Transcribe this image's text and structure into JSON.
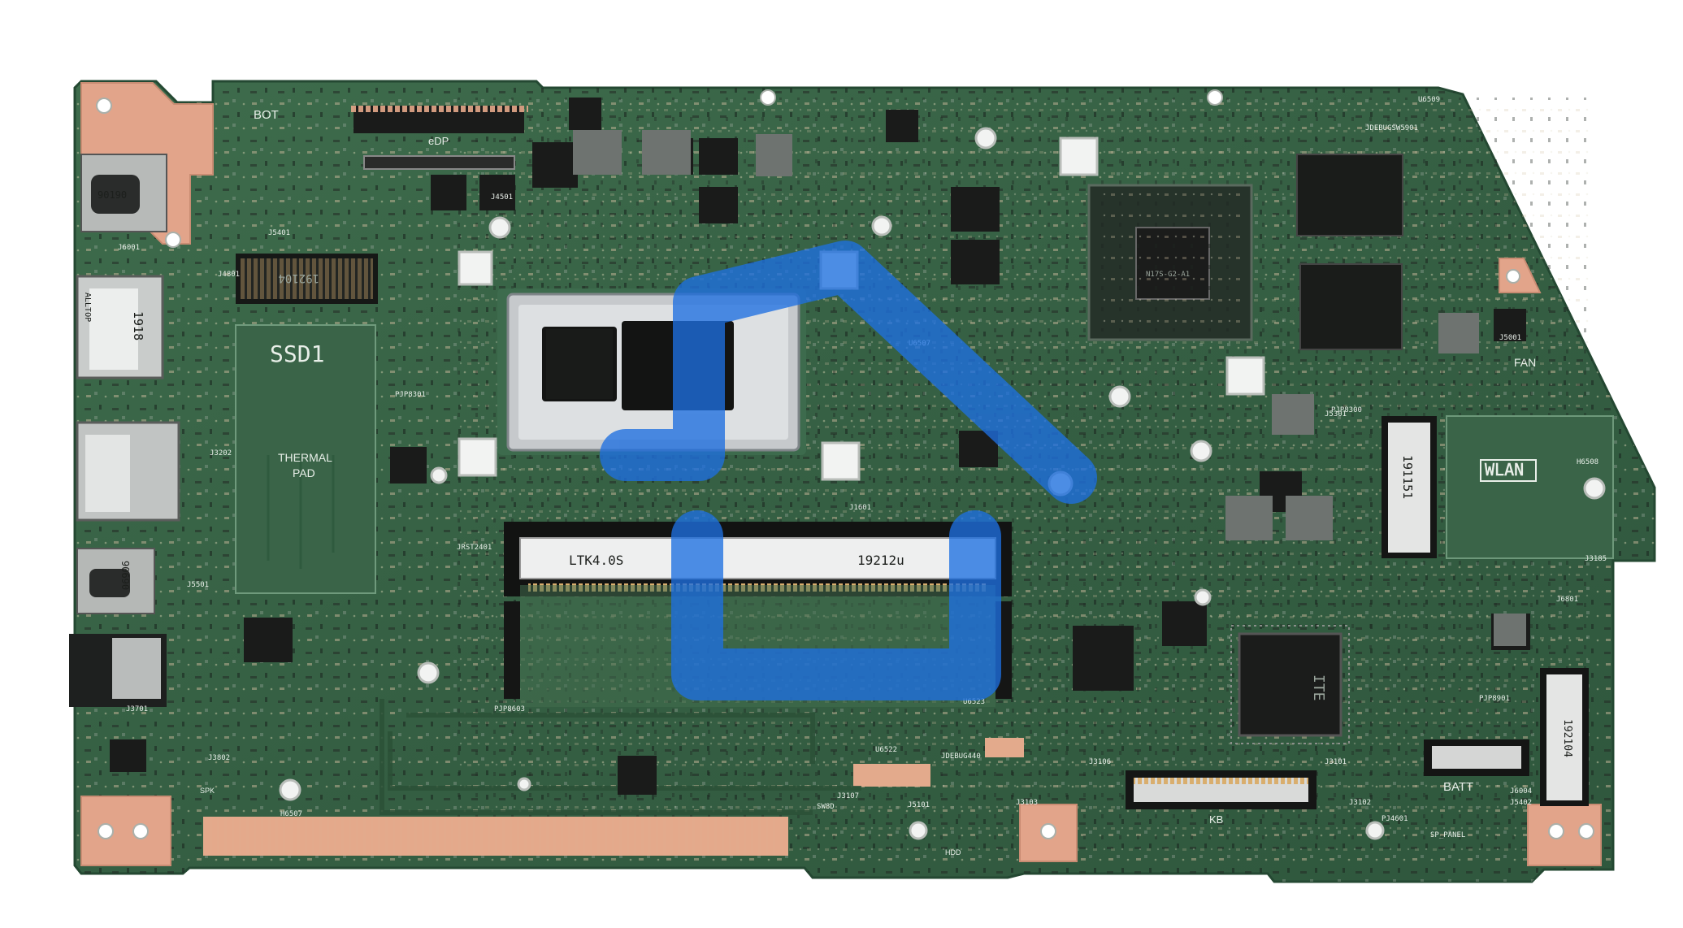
{
  "board": {
    "labels": {
      "bot": "BOT",
      "edp": "eDP",
      "ssd1": "SSD1",
      "thermal_pad_line1": "THERMAL",
      "thermal_pad_line2": "PAD",
      "wlan": "WLAN",
      "fan": "FAN",
      "batt": "BATT",
      "kb": "KB",
      "hdd": "HDD",
      "spk": "SPK",
      "ssd_slot_mark": "192104",
      "ssd2_slot_mark": "192104",
      "wlan_slot_mark": "191151",
      "ram_slot_left_mark": "LTK4.0S",
      "ram_slot_right_mark": "19212u",
      "gpu_mark": "N17S-G2-A1",
      "ec_mark": "ITE",
      "usb_c_mark": "90190",
      "usb_a_mark": "1918",
      "usb_a_brand": "ALLTOP",
      "usb_c2_mark": "90690"
    },
    "refdes": {
      "j6001": "J6001",
      "j4801": "J4801",
      "j5401": "J5401",
      "j4501": "J4501",
      "j3202": "J3202",
      "j5501": "J5501",
      "j3701": "J3701",
      "j3802": "J3802",
      "h6507": "H6507",
      "jrst2401": "JRST2401",
      "pjp8301": "PJP8301",
      "pjp8603": "PJP8603",
      "j1601": "J1601",
      "u6507": "U6507",
      "u6522": "U6522",
      "u6523": "U6523",
      "jdebug440": "JDEBUG440",
      "sw8d": "SW8D",
      "j5101": "J5101",
      "j3107": "J3107",
      "j3103": "J3103",
      "j3106": "J3106",
      "j3101": "J3101",
      "j3102": "J3102",
      "pj4601": "PJ4601",
      "sp_panel": "SP_PANEL",
      "j5301": "J5301",
      "pjp8300": "PJP8300",
      "j5001": "J5001",
      "h6508": "H6508",
      "j6004": "J6004",
      "j5402": "J5402",
      "pjp8901": "PJP8901",
      "j6801": "J6801",
      "j3185": "J3185",
      "u6509": "U6509",
      "jdebug": "JDEBUGSW5901"
    }
  },
  "watermark": {
    "color": "#1e6fe0",
    "icon": "home-logo-icon"
  }
}
